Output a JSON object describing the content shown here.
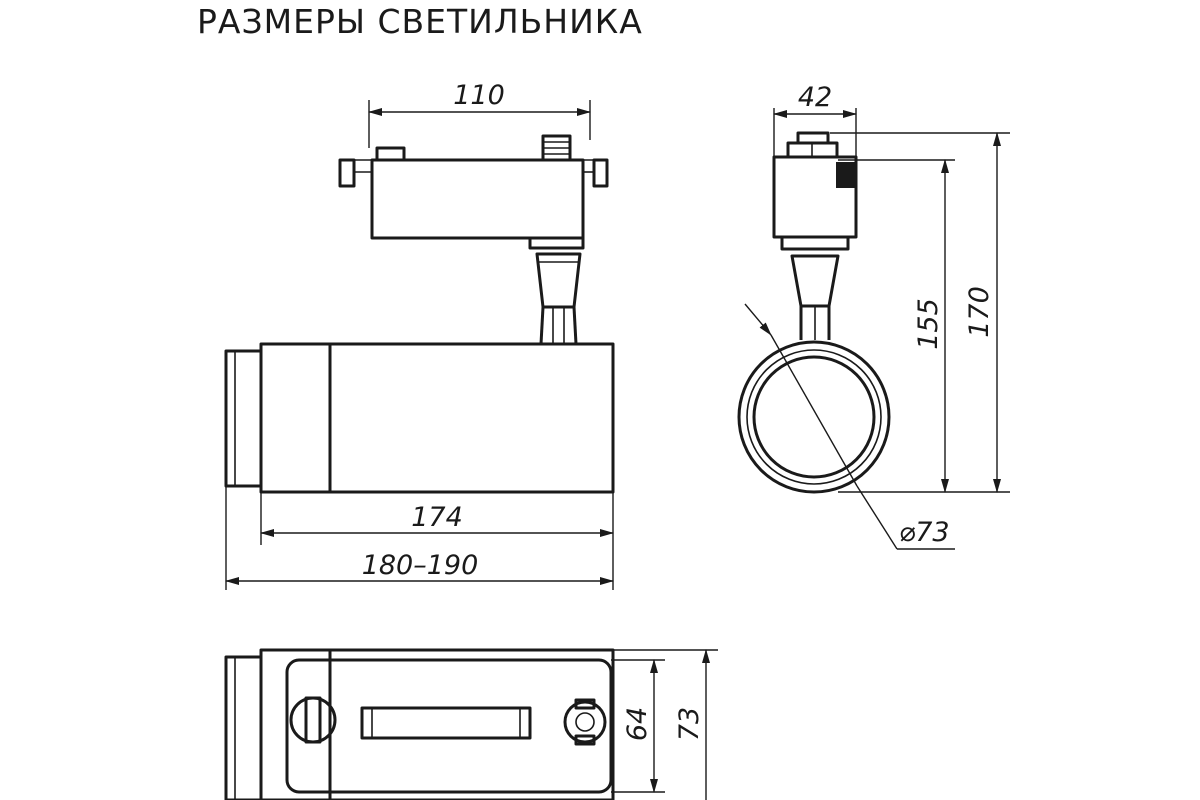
{
  "title": "РАЗМЕРЫ СВЕТИЛЬНИКА",
  "dimensions": {
    "adapter_width": "110",
    "side_depth": "42",
    "body_length": "174",
    "total_length": "180–190",
    "height_to_axis": "155",
    "total_height": "170",
    "diameter": "⌀73",
    "inner_width": "64",
    "outer_width": "73"
  },
  "colors": {
    "line": "#1a1a1a",
    "background": "#ffffff"
  }
}
